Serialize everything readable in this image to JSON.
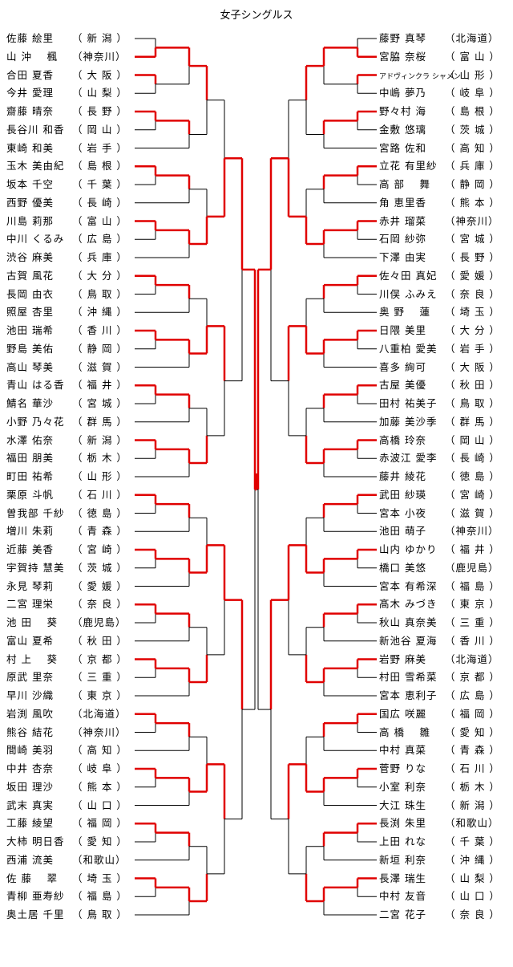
{
  "title": "女子シングルス",
  "left_players": [
    {
      "name": "佐藤 絵里",
      "pref": "（ 新 潟 ）"
    },
    {
      "name": "山 沖　 楓",
      "pref": "（神奈川）"
    },
    {
      "name": "合田 夏香",
      "pref": "（ 大 阪 ）"
    },
    {
      "name": "今井 愛理",
      "pref": "（ 山 梨 ）"
    },
    {
      "name": "齋藤 晴奈",
      "pref": "（ 長 野 ）"
    },
    {
      "name": "長谷川 和香",
      "pref": "（ 岡 山 ）"
    },
    {
      "name": "東崎 和美",
      "pref": "（ 岩 手 ）"
    },
    {
      "name": "玉木 美由紀",
      "pref": "（ 島 根 ）"
    },
    {
      "name": "坂本 千空",
      "pref": "（ 千 葉 ）"
    },
    {
      "name": "西野 優美",
      "pref": "（ 長 崎 ）"
    },
    {
      "name": "川島 莉那",
      "pref": "（ 富 山 ）"
    },
    {
      "name": "中川 くるみ",
      "pref": "（ 広 島 ）"
    },
    {
      "name": "渋谷 麻美",
      "pref": "（ 兵 庫 ）"
    },
    {
      "name": "古賀 風花",
      "pref": "（ 大 分 ）"
    },
    {
      "name": "長岡 由衣",
      "pref": "（ 鳥 取 ）"
    },
    {
      "name": "照屋 杏里",
      "pref": "（ 沖 縄 ）"
    },
    {
      "name": "池田 瑞希",
      "pref": "（ 香 川 ）"
    },
    {
      "name": "野島 美佑",
      "pref": "（ 静 岡 ）"
    },
    {
      "name": "高山 琴美",
      "pref": "（ 滋 賀 ）"
    },
    {
      "name": "青山 はる香",
      "pref": "（ 福 井 ）"
    },
    {
      "name": "鯖名 華沙",
      "pref": "（ 宮 城 ）"
    },
    {
      "name": "小野 乃々花",
      "pref": "（ 群 馬 ）"
    },
    {
      "name": "水澤 佑奈",
      "pref": "（ 新 潟 ）"
    },
    {
      "name": "福田 朋美",
      "pref": "（ 栃 木 ）"
    },
    {
      "name": "町田 祐希",
      "pref": "（ 山 形 ）"
    },
    {
      "name": "栗原 斗帆",
      "pref": "（ 石 川 ）"
    },
    {
      "name": "曽我部 千紗",
      "pref": "（ 徳 島 ）"
    },
    {
      "name": "増川 朱莉",
      "pref": "（ 青 森 ）"
    },
    {
      "name": "近藤 美香",
      "pref": "（ 宮 崎 ）"
    },
    {
      "name": "宇賀持 慧美",
      "pref": "（ 茨 城 ）"
    },
    {
      "name": "永見 琴莉",
      "pref": "（ 愛 媛 ）"
    },
    {
      "name": "二宮 理栄",
      "pref": "（ 奈 良 ）"
    },
    {
      "name": "池 田　 葵",
      "pref": "（鹿児島）"
    },
    {
      "name": "富山 夏希",
      "pref": "（ 秋 田 ）"
    },
    {
      "name": "村 上　 葵",
      "pref": "（ 京 都 ）"
    },
    {
      "name": "原武 里奈",
      "pref": "（ 三 重 ）"
    },
    {
      "name": "早川 沙織",
      "pref": "（ 東 京 ）"
    },
    {
      "name": "岩渕 風吹",
      "pref": "（北海道）"
    },
    {
      "name": "熊谷 結花",
      "pref": "（神奈川）"
    },
    {
      "name": "間崎 美羽",
      "pref": "（ 高 知 ）"
    },
    {
      "name": "中井 杏奈",
      "pref": "（ 岐 阜 ）"
    },
    {
      "name": "坂田 理沙",
      "pref": "（ 熊 本 ）"
    },
    {
      "name": "武末 真実",
      "pref": "（ 山 口 ）"
    },
    {
      "name": "工藤 綾望",
      "pref": "（ 福 岡 ）"
    },
    {
      "name": "大柿 明日香",
      "pref": "（ 愛 知 ）"
    },
    {
      "name": "西浦 流美",
      "pref": "（和歌山）"
    },
    {
      "name": "佐 藤　 翠",
      "pref": "（ 埼 玉 ）"
    },
    {
      "name": "青柳 亜寿紗",
      "pref": "（ 福 島 ）"
    },
    {
      "name": "奥土居 千里",
      "pref": "（ 鳥 取 ）"
    }
  ],
  "right_players": [
    {
      "name": "藤野 真琴",
      "pref": "（北海道）"
    },
    {
      "name": "宮脇 奈桜",
      "pref": "（ 富 山 ）"
    },
    {
      "name": "アドヴィンクラ シャメン",
      "pref": "（ 山 形 ）"
    },
    {
      "name": "中嶋 夢乃",
      "pref": "（ 岐 阜 ）"
    },
    {
      "name": "野々村 海",
      "pref": "（ 島 根 ）"
    },
    {
      "name": "金敷 悠璃",
      "pref": "（ 茨 城 ）"
    },
    {
      "name": "宮路 佐和",
      "pref": "（ 高 知 ）"
    },
    {
      "name": "立花 有里紗",
      "pref": "（ 兵 庫 ）"
    },
    {
      "name": "高 部　 舞",
      "pref": "（ 静 岡 ）"
    },
    {
      "name": "角 恵里香",
      "pref": "（ 熊 本 ）"
    },
    {
      "name": "赤井 瑠菜",
      "pref": "（神奈川）"
    },
    {
      "name": "石岡 紗弥",
      "pref": "（ 宮 城 ）"
    },
    {
      "name": "下澤 由実",
      "pref": "（ 長 野 ）"
    },
    {
      "name": "佐々田 真妃",
      "pref": "（ 愛 媛 ）"
    },
    {
      "name": "川俣 ふみえ",
      "pref": "（ 奈 良 ）"
    },
    {
      "name": "奥 野　 蓮",
      "pref": "（ 埼 玉 ）"
    },
    {
      "name": "日隈 美里",
      "pref": "（ 大 分 ）"
    },
    {
      "name": "八重柏 愛美",
      "pref": "（ 岩 手 ）"
    },
    {
      "name": "喜多 絢可",
      "pref": "（ 大 阪 ）"
    },
    {
      "name": "古屋 美優",
      "pref": "（ 秋 田 ）"
    },
    {
      "name": "田村 祐美子",
      "pref": "（ 鳥 取 ）"
    },
    {
      "name": "加藤 美沙季",
      "pref": "（ 群 馬 ）"
    },
    {
      "name": "高橋 玲奈",
      "pref": "（ 岡 山 ）"
    },
    {
      "name": "赤波江 愛李",
      "pref": "（ 長 崎 ）"
    },
    {
      "name": "藤井 綾花",
      "pref": "（ 徳 島 ）"
    },
    {
      "name": "武田 紗瑛",
      "pref": "（ 宮 崎 ）"
    },
    {
      "name": "宮本 小夜",
      "pref": "（ 滋 賀 ）"
    },
    {
      "name": "池田 萌子",
      "pref": "（神奈川）"
    },
    {
      "name": "山内 ゆかり",
      "pref": "（ 福 井 ）"
    },
    {
      "name": "橋口 美悠",
      "pref": "（鹿児島）"
    },
    {
      "name": "宮本 有希深",
      "pref": "（ 福 島 ）"
    },
    {
      "name": "髙木 みづき",
      "pref": "（ 東 京 ）"
    },
    {
      "name": "秋山 真奈美",
      "pref": "（ 三 重 ）"
    },
    {
      "name": "新池谷 夏海",
      "pref": "（ 香 川 ）"
    },
    {
      "name": "岩野 麻美",
      "pref": "（北海道）"
    },
    {
      "name": "村田 雪希菜",
      "pref": "（ 京 都 ）"
    },
    {
      "name": "宮本 恵利子",
      "pref": "（ 広 島 ）"
    },
    {
      "name": "国広 咲麗",
      "pref": "（ 福 岡 ）"
    },
    {
      "name": "高 橋　 雛",
      "pref": "（ 愛 知 ）"
    },
    {
      "name": "中村 真菜",
      "pref": "（ 青 森 ）"
    },
    {
      "name": "菅野 りな",
      "pref": "（ 石 川 ）"
    },
    {
      "name": "小室 利奈",
      "pref": "（ 栃 木 ）"
    },
    {
      "name": "大江 珠生",
      "pref": "（ 新 潟 ）"
    },
    {
      "name": "長渕 朱里",
      "pref": "（和歌山）"
    },
    {
      "name": "上田 れな",
      "pref": "（ 千 葉 ）"
    },
    {
      "name": "新垣 利奈",
      "pref": "（ 沖 縄 ）"
    },
    {
      "name": "長澤 瑞生",
      "pref": "（ 山 梨 ）"
    },
    {
      "name": "中村 友音",
      "pref": "（ 山 口 ）"
    },
    {
      "name": "二宮 花子",
      "pref": "（ 奈 良 ）"
    }
  ],
  "colors": {
    "winner_line": "#e00000",
    "loser_line": "#000000",
    "text": "#000000"
  }
}
